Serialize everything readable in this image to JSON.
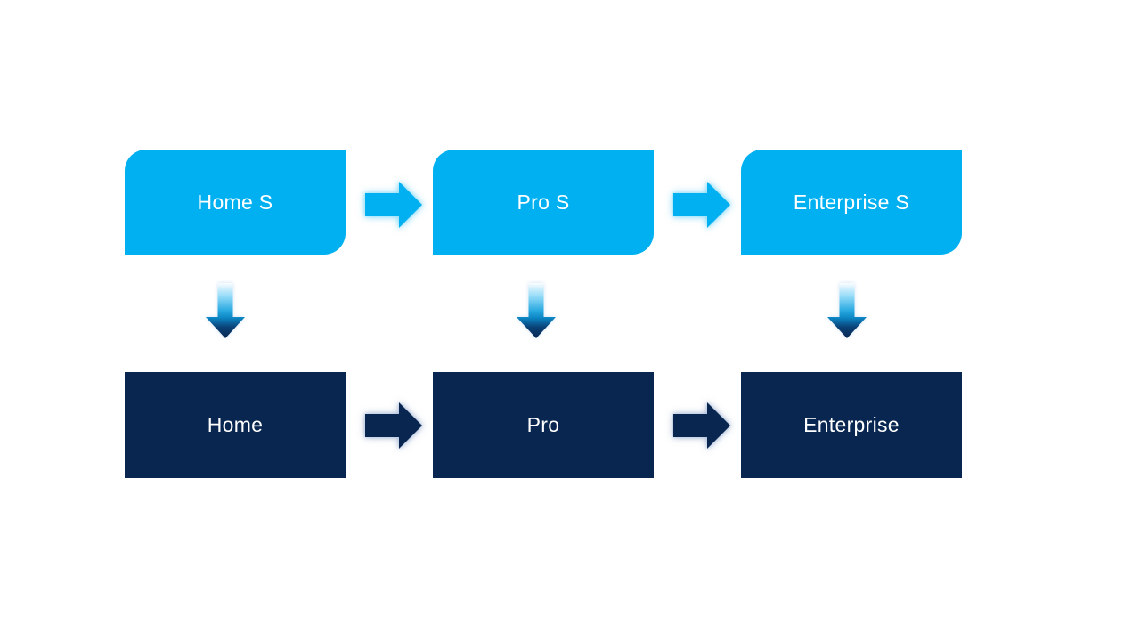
{
  "canvas": {
    "background_color": "#FFFFFF"
  },
  "palette": {
    "light_blue": "#00B0F0",
    "dark_navy": "#082650",
    "label_text": "#FFFFFF"
  },
  "diagram": {
    "top_row": {
      "style": "light-blue rounded-diagonal boxes",
      "boxes": [
        {
          "label": "Home S"
        },
        {
          "label": "Pro S"
        },
        {
          "label": "Enterprise S"
        }
      ]
    },
    "bottom_row": {
      "style": "dark-navy rectangles",
      "boxes": [
        {
          "label": "Home"
        },
        {
          "label": "Pro"
        },
        {
          "label": "Enterprise"
        }
      ]
    },
    "connectors": {
      "horizontal_top": "right-arrow-icon, light blue with glow, between top row boxes",
      "horizontal_bottom": "right-arrow-icon, dark navy with glow, between bottom row boxes",
      "vertical": "down-arrow-icon, white-to-cyan-to-navy gradient, from each top box to box below"
    }
  }
}
